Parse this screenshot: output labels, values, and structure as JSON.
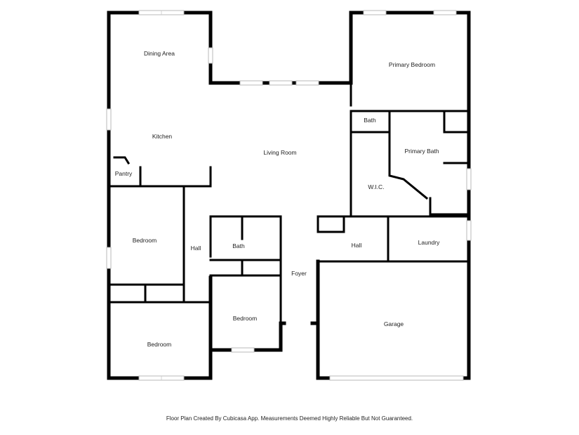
{
  "rooms": {
    "dining": "Dining Area",
    "primary_bedroom": "Primary Bedroom",
    "kitchen": "Kitchen",
    "living_room": "Living Room",
    "bath_top": "Bath",
    "primary_bath": "Primary Bath",
    "pantry": "Pantry",
    "wic": "W.I.C.",
    "bedroom_left": "Bedroom",
    "hall_left": "Hall",
    "bath_mid": "Bath",
    "hall_right": "Hall",
    "laundry": "Laundry",
    "foyer": "Foyer",
    "bedroom_center": "Bedroom",
    "garage": "Garage",
    "bedroom_bottom": "Bedroom"
  },
  "footer": "Floor Plan Created By Cubicasa App. Measurements Deemed Highly Reliable But Not Guaranteed."
}
